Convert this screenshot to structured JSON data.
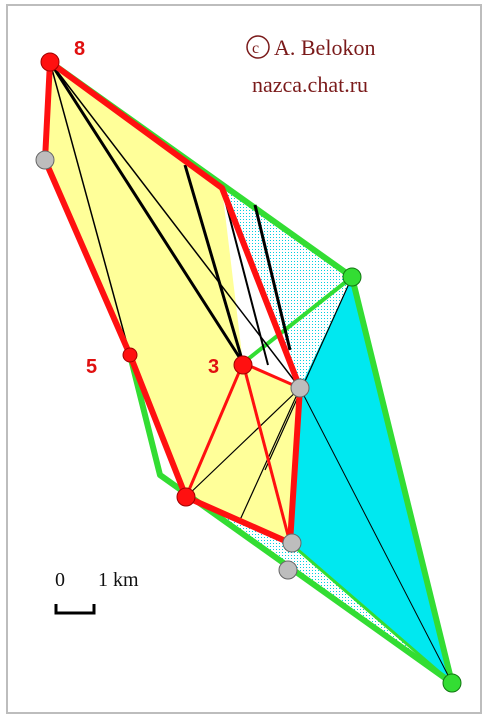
{
  "credit": {
    "author": "A. Belokon",
    "copyright_symbol": "c",
    "site": "nazca.chat.ru"
  },
  "labels": {
    "point_8": "8",
    "point_5": "5",
    "point_3": "3"
  },
  "scale": {
    "zero": "0",
    "distance": "1 km"
  },
  "colors": {
    "yellow_fill": "#ffff99",
    "cyan_fill": "#00e5ee",
    "red_line": "#ff1010",
    "green_line": "#33dd33",
    "black_line": "#000000",
    "grey_point": "#bdbdbd"
  }
}
